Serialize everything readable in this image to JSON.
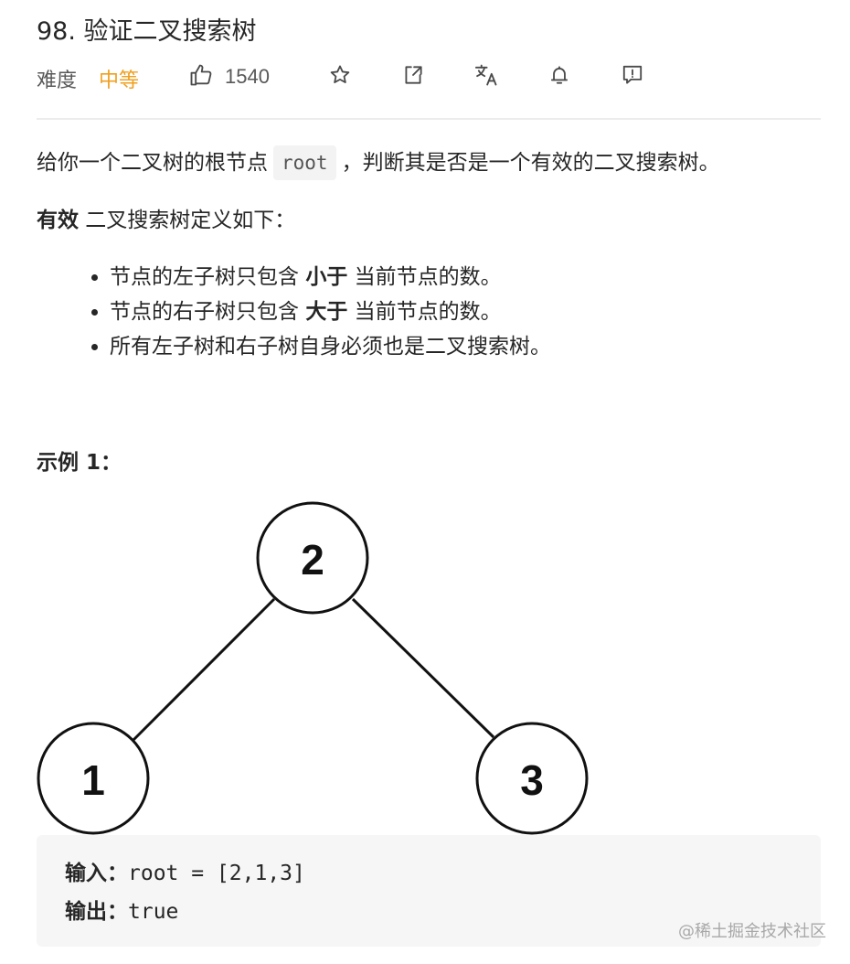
{
  "problem": {
    "title": "98. 验证二叉搜索树",
    "difficulty_label": "难度",
    "difficulty_value": "中等",
    "like_count": "1540"
  },
  "toolbar": {
    "icons": [
      "thumbs-up-icon",
      "star-icon",
      "share-icon",
      "translate-icon",
      "bell-icon",
      "feedback-icon"
    ]
  },
  "description": {
    "line1_before": "给你一个二叉树的根节点",
    "code": "root",
    "line1_after": "，判断其是否是一个有效的二叉搜索树。",
    "def_bold": "有效",
    "def_rest": " 二叉搜索树定义如下："
  },
  "rules": [
    {
      "before": "节点的左子树只包含 ",
      "bold": "小于",
      "after": " 当前节点的数。"
    },
    {
      "before": "节点的右子树只包含 ",
      "bold": "大于",
      "after": " 当前节点的数。"
    },
    {
      "before": "所有左子树和右子树自身必须也是二叉搜索树。",
      "bold": "",
      "after": ""
    }
  ],
  "example": {
    "title": "示例 1：",
    "tree_nodes": [
      "2",
      "1",
      "3"
    ],
    "input_label": "输入：",
    "input_value": "root = [2,1,3]",
    "output_label": "输出：",
    "output_value": "true"
  },
  "watermark": "@稀土掘金技术社区",
  "colors": {
    "difficulty_medium": "#f0a020",
    "text": "#262626",
    "muted": "#595959",
    "code_bg": "#f3f3f3",
    "example_bg": "#f6f6f7"
  }
}
